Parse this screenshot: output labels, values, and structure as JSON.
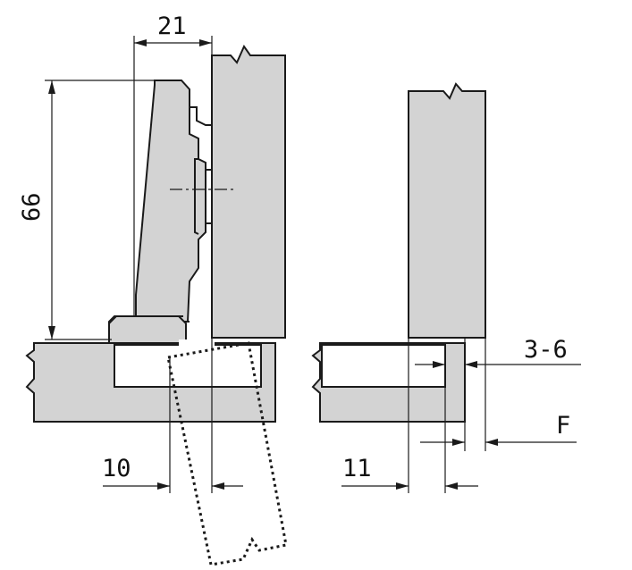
{
  "dimensions": {
    "hinge_arm_width": "21",
    "hinge_height": "66",
    "left_offset": "10",
    "right_offset": "11",
    "gap_range": "3-6",
    "overlay_label": "F"
  },
  "colors": {
    "panel_fill": "#d3d3d3",
    "line": "#1a1a1a",
    "background": "#ffffff"
  }
}
